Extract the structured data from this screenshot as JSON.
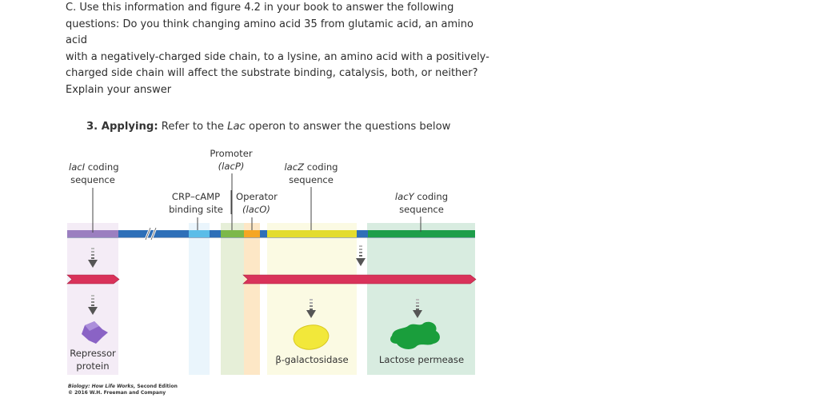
{
  "question": {
    "lines": [
      "C. Use this information and figure 4.2 in your book to answer the following",
      "questions: Do you think changing amino acid 35 from glutamic acid, an amino acid",
      "with a negatively-charged side chain, to a lysine, an amino acid with a positively-",
      "charged side chain will affect the substrate binding, catalysis, both, or neither?",
      "Explain your answer"
    ]
  },
  "section": {
    "prefix": "3. Applying:",
    "text_before": " Refer to the ",
    "italic": "Lac",
    "text_after": " operon to answer the questions below"
  },
  "figure": {
    "laci_label": {
      "italic": "lacI",
      "line1_rest": " coding",
      "line2": "sequence"
    },
    "promoter_label": {
      "line1": "Promoter",
      "line2": "(lacP)"
    },
    "lacz_label": {
      "italic": "lacZ",
      "line1_rest": " coding",
      "line2": "sequence"
    },
    "crp_label": {
      "line1": "CRP–cAMP",
      "line2": "binding site"
    },
    "operator_label": {
      "line1": "Operator",
      "line2": "(lacO)"
    },
    "lacy_label": {
      "italic": "lacY",
      "line1_rest": " coding",
      "line2": "sequence"
    },
    "repressor_label": {
      "line1": "Repressor",
      "line2": "protein"
    },
    "galactosidase_label": "β-galactosidase",
    "permease_label": "Lactose permease",
    "credit": {
      "italic": "Biology: How Life Works,",
      "rest": " Second Edition",
      "line2": "© 2016 W.H. Freeman and Company"
    },
    "colors": {
      "laci": "#9b7fc0",
      "dna": "#2e6fb8",
      "crp": "#5bbde8",
      "promoter": "#7cb84a",
      "operator": "#f5a623",
      "lacz": "#e3dc2e",
      "lacy": "#1e9e4a",
      "mrna": "#d9325a",
      "repressor": "#8a63c5",
      "galactosidase": "#f2e83a",
      "permease": "#1a9e3c"
    }
  }
}
